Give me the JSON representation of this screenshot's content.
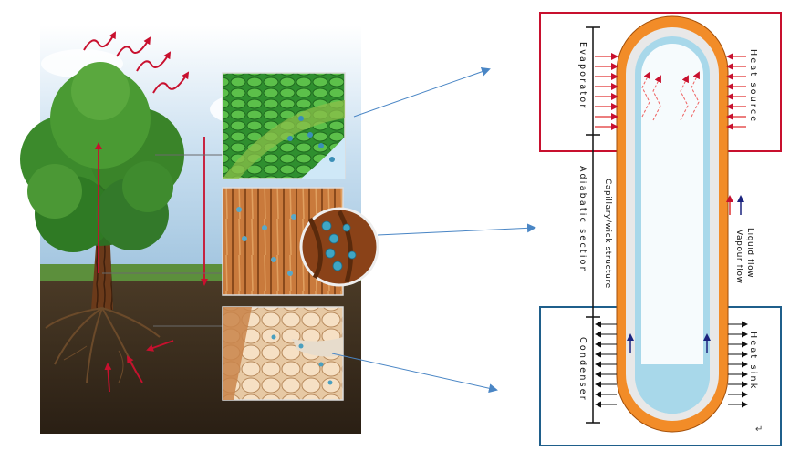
{
  "labels": {
    "evaporator": "Evaporator",
    "adiabatic": "Adiabatic section",
    "condenser": "Condenser",
    "heat_source": "Heat source",
    "heat_sink": "Heat sink",
    "capillary": "Capillary/wick structure",
    "liquid_flow": "Liquid flow",
    "vapour_flow": "Vapour flow",
    "return_mark": "↵"
  },
  "colors": {
    "evaporator_box": "#c8102e",
    "condenser_box": "#1f5f8b",
    "pipe_wall": "#f28c28",
    "liquid": "#a8d8ea",
    "vapour_arrow": "#e03030",
    "liquid_arrow": "#1a237e",
    "link_arrow": "#4a86c5"
  }
}
